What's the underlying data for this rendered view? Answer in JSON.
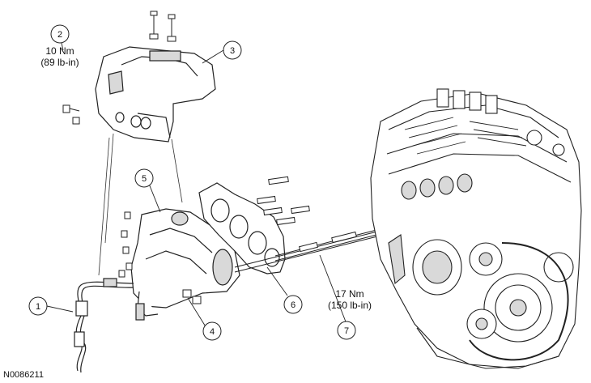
{
  "figure_id": "N0086211",
  "callouts": [
    {
      "number": "1"
    },
    {
      "number": "2",
      "torque_nm": "10 Nm",
      "torque_imperial": "(89 lb-in)"
    },
    {
      "number": "3"
    },
    {
      "number": "4"
    },
    {
      "number": "5"
    },
    {
      "number": "6"
    },
    {
      "number": "7",
      "torque_nm": "17 Nm",
      "torque_imperial": "(150 lb-in)"
    }
  ],
  "colors": {
    "line": "#222222",
    "fill": "#ffffff",
    "shade": "#d9d9d9"
  }
}
